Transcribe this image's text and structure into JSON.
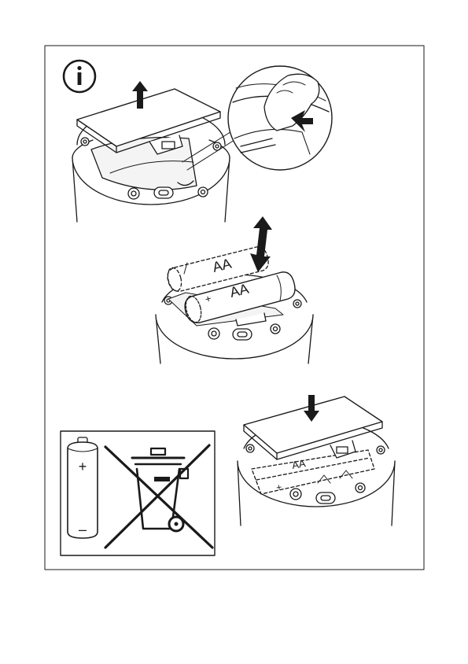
{
  "colors": {
    "ink": "#1a1a1a",
    "paper": "#ffffff",
    "shadow": "#e6e6e6"
  },
  "icons": [
    "info-icon",
    "arrow-up-icon",
    "arrow-double-icon",
    "arrow-down-icon",
    "battery-icon",
    "crossed-out-wheelie-bin-icon"
  ],
  "battery_labels": {
    "back_battery": "AA",
    "front_battery": "AA",
    "front_battery_plus": "+",
    "installed_battery": "AA",
    "installed_battery_plus": "+"
  },
  "disposal_symbol": {
    "battery_plus": "+",
    "battery_minus": "–"
  }
}
